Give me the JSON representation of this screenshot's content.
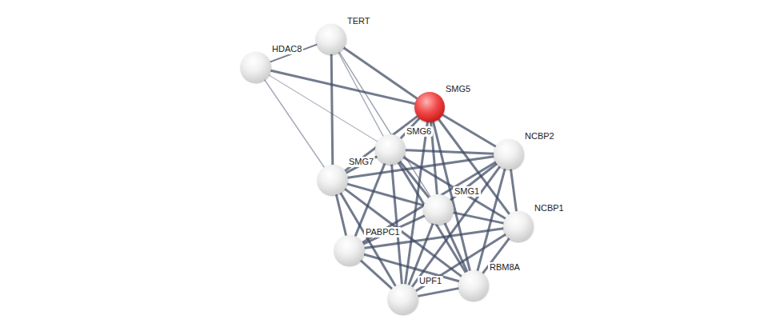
{
  "diagram": {
    "nodes": [
      {
        "text": [
          "TERT"
        ]
      },
      {
        "text": [
          "HDAC8"
        ]
      },
      {
        "text": [
          "SMG5"
        ]
      },
      {
        "text": [
          "SMG6"
        ]
      },
      {
        "text": [
          "NCBP2"
        ]
      },
      {
        "text": [
          "SMG7"
        ]
      },
      {
        "text": [
          "SMG1"
        ]
      },
      {
        "text": [
          "NCBP1"
        ]
      },
      {
        "text": [
          "PABPC1"
        ]
      },
      {
        "text": [
          "RBM8A"
        ]
      },
      {
        "text": [
          "UPF1"
        ]
      }
    ],
    "edges": [
      {
        "from": 0,
        "to": 1,
        "arrow": "none"
      },
      {
        "from": 0,
        "to": 2,
        "arrow": "none"
      },
      {
        "from": 0,
        "to": 3,
        "arrow": "none"
      },
      {
        "from": 0,
        "to": 5,
        "arrow": "none"
      },
      {
        "from": 0,
        "to": 6,
        "arrow": "none"
      },
      {
        "from": 1,
        "to": 2,
        "arrow": "none"
      },
      {
        "from": 1,
        "to": 3,
        "arrow": "none"
      },
      {
        "from": 1,
        "to": 5,
        "arrow": "none"
      },
      {
        "from": 2,
        "to": 3,
        "arrow": "none"
      },
      {
        "from": 2,
        "to": 5,
        "arrow": "none"
      },
      {
        "from": 2,
        "to": 4,
        "arrow": "none"
      },
      {
        "from": 2,
        "to": 6,
        "arrow": "none"
      },
      {
        "from": 2,
        "to": 10,
        "arrow": "none"
      },
      {
        "from": 2,
        "to": 9,
        "arrow": "none"
      },
      {
        "from": 2,
        "to": 7,
        "arrow": "none"
      },
      {
        "from": 3,
        "to": 5,
        "arrow": "none"
      },
      {
        "from": 3,
        "to": 4,
        "arrow": "none"
      },
      {
        "from": 3,
        "to": 6,
        "arrow": "none"
      },
      {
        "from": 3,
        "to": 10,
        "arrow": "none"
      },
      {
        "from": 3,
        "to": 9,
        "arrow": "none"
      },
      {
        "from": 3,
        "to": 8,
        "arrow": "none"
      },
      {
        "from": 3,
        "to": 7,
        "arrow": "none"
      },
      {
        "from": 5,
        "to": 4,
        "arrow": "none"
      },
      {
        "from": 5,
        "to": 6,
        "arrow": "none"
      },
      {
        "from": 5,
        "to": 8,
        "arrow": "none"
      },
      {
        "from": 5,
        "to": 10,
        "arrow": "none"
      },
      {
        "from": 5,
        "to": 9,
        "arrow": "none"
      },
      {
        "from": 4,
        "to": 6,
        "arrow": "none"
      },
      {
        "from": 4,
        "to": 7,
        "arrow": "none"
      },
      {
        "from": 4,
        "to": 10,
        "arrow": "none"
      },
      {
        "from": 4,
        "to": 9,
        "arrow": "none"
      },
      {
        "from": 4,
        "to": 8,
        "arrow": "none"
      },
      {
        "from": 6,
        "to": 7,
        "arrow": "none"
      },
      {
        "from": 6,
        "to": 8,
        "arrow": "none"
      },
      {
        "from": 6,
        "to": 10,
        "arrow": "none"
      },
      {
        "from": 6,
        "to": 9,
        "arrow": "none"
      },
      {
        "from": 7,
        "to": 8,
        "arrow": "none"
      },
      {
        "from": 7,
        "to": 10,
        "arrow": "none"
      },
      {
        "from": 7,
        "to": 9,
        "arrow": "none"
      },
      {
        "from": 8,
        "to": 10,
        "arrow": "none"
      },
      {
        "from": 8,
        "to": 9,
        "arrow": "none"
      },
      {
        "from": 10,
        "to": 9,
        "arrow": "none"
      }
    ]
  }
}
